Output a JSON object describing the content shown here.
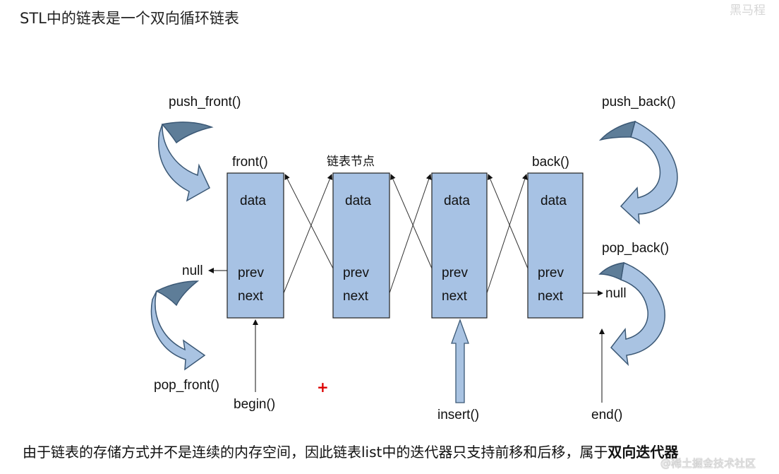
{
  "title": "STL中的链表是一个双向循环链表",
  "corner_mark": "黑马程",
  "diagram": {
    "ops": {
      "push_front": "push_front()",
      "pop_front": "pop_front()",
      "push_back": "push_back()",
      "pop_back": "pop_back()"
    },
    "node_labels": {
      "front": "front()",
      "node": "链表节点",
      "back": "back()"
    },
    "node_fields": {
      "data": "data",
      "prev": "prev",
      "next": "next"
    },
    "null_left": "null",
    "null_right": "null",
    "iterators": {
      "begin": "begin()",
      "insert": "insert()",
      "end": "end()"
    },
    "marker": "+"
  },
  "footer": {
    "text": "由于链表的存储方式并不是连续的内存空间，因此链表list中的迭代器只支持前移和后移，属于",
    "bold": "双向迭代器"
  },
  "watermark": "@稀土掘金技术社区",
  "colors": {
    "node_fill": "#a7c2e4",
    "arrow_fill": "#a9c3e2",
    "arrow_shade": "#5e7d98",
    "marker": "#dd0000"
  }
}
